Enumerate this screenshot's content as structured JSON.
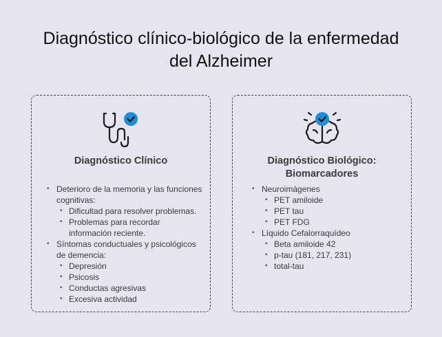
{
  "title_line1": "Diagnóstico clínico-biológico de la enfermedad",
  "title_line2": "del Alzheimer",
  "colors": {
    "accent": "#1e8fd6",
    "background": "#e6e4ee",
    "icon_stroke": "#1a1a1a"
  },
  "clinical": {
    "icon": "stethoscope-check-icon",
    "title": "Diagnóstico Clínico",
    "items": [
      {
        "text": "Deterioro de la memoria y las funciones cognitivas:",
        "sub": [
          "Dificultad para resolver problemas.",
          "Problemas para recordar información reciente."
        ]
      },
      {
        "text": "Síntomas conductuales y psicológicos de demencia:",
        "sub": [
          "Depresión",
          "Psicosis",
          "Conductas agresivas",
          "Excesiva actividad"
        ]
      }
    ]
  },
  "biological": {
    "icon": "brain-check-icon",
    "title_line1": "Diagnóstico Biológico:",
    "title_line2": "Biomarcadores",
    "items": [
      {
        "text": "Neuroimágenes",
        "sub": [
          "PET amiloide",
          "PET tau",
          "PET FDG"
        ]
      },
      {
        "text": "Líquido Cefalorraquídeo",
        "sub": [
          "Beta amiloide 42",
          "p-tau (181, 217, 231)",
          "total-tau"
        ]
      }
    ]
  }
}
